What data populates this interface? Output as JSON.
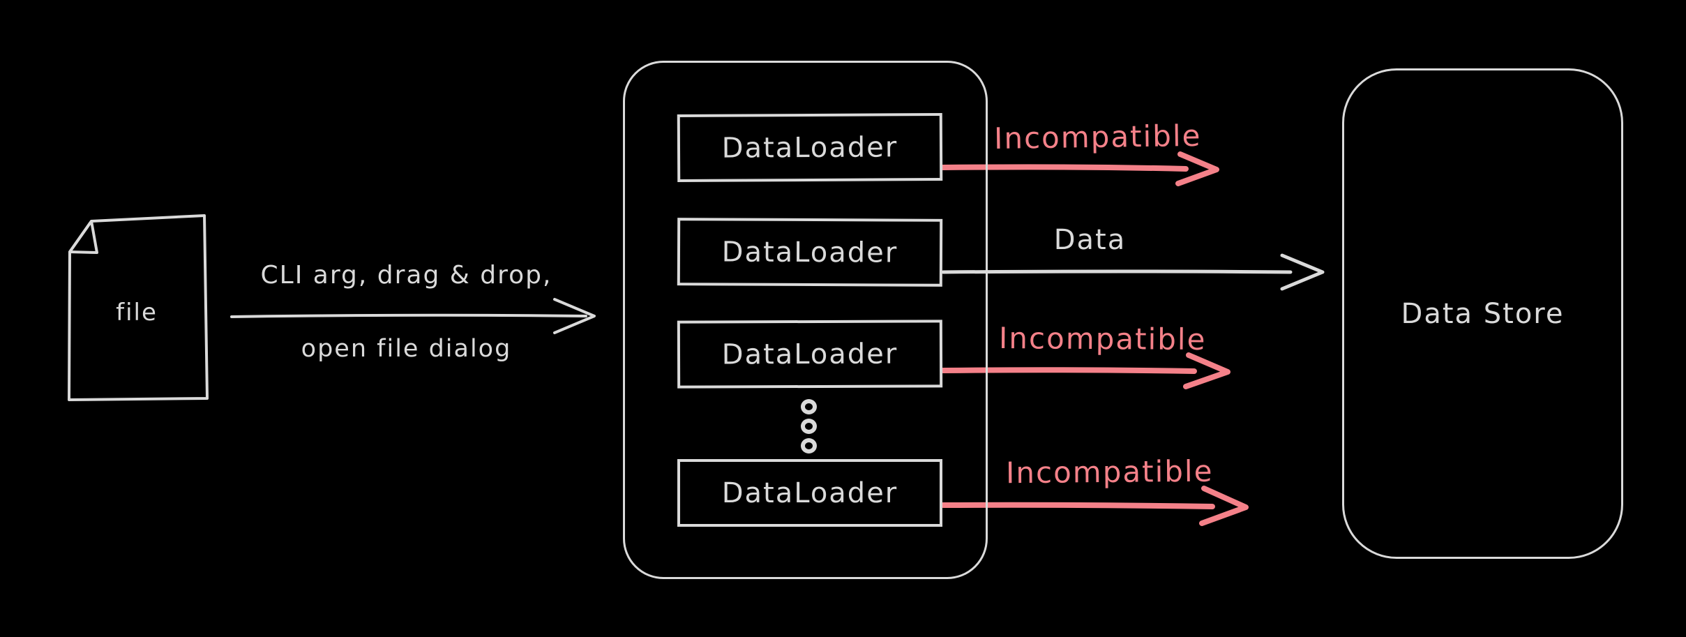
{
  "colors": {
    "background": "#000000",
    "stroke": "#dadada",
    "incompatible_red": "#f48189"
  },
  "file_node": {
    "label": "file"
  },
  "input_arrow": {
    "label_line1": "CLI arg, drag & drop,",
    "label_line2": "open file dialog"
  },
  "loader_group": {
    "loaders": [
      {
        "label": "DataLoader"
      },
      {
        "label": "DataLoader"
      },
      {
        "label": "DataLoader"
      },
      {
        "label": "DataLoader"
      }
    ],
    "ellipsis_dot_count": 3
  },
  "output_arrows": [
    {
      "label": "Incompatible",
      "type": "incompatible"
    },
    {
      "label": "Data",
      "type": "data"
    },
    {
      "label": "Incompatible",
      "type": "incompatible"
    },
    {
      "label": "Incompatible",
      "type": "incompatible"
    }
  ],
  "data_store": {
    "label": "Data Store"
  }
}
